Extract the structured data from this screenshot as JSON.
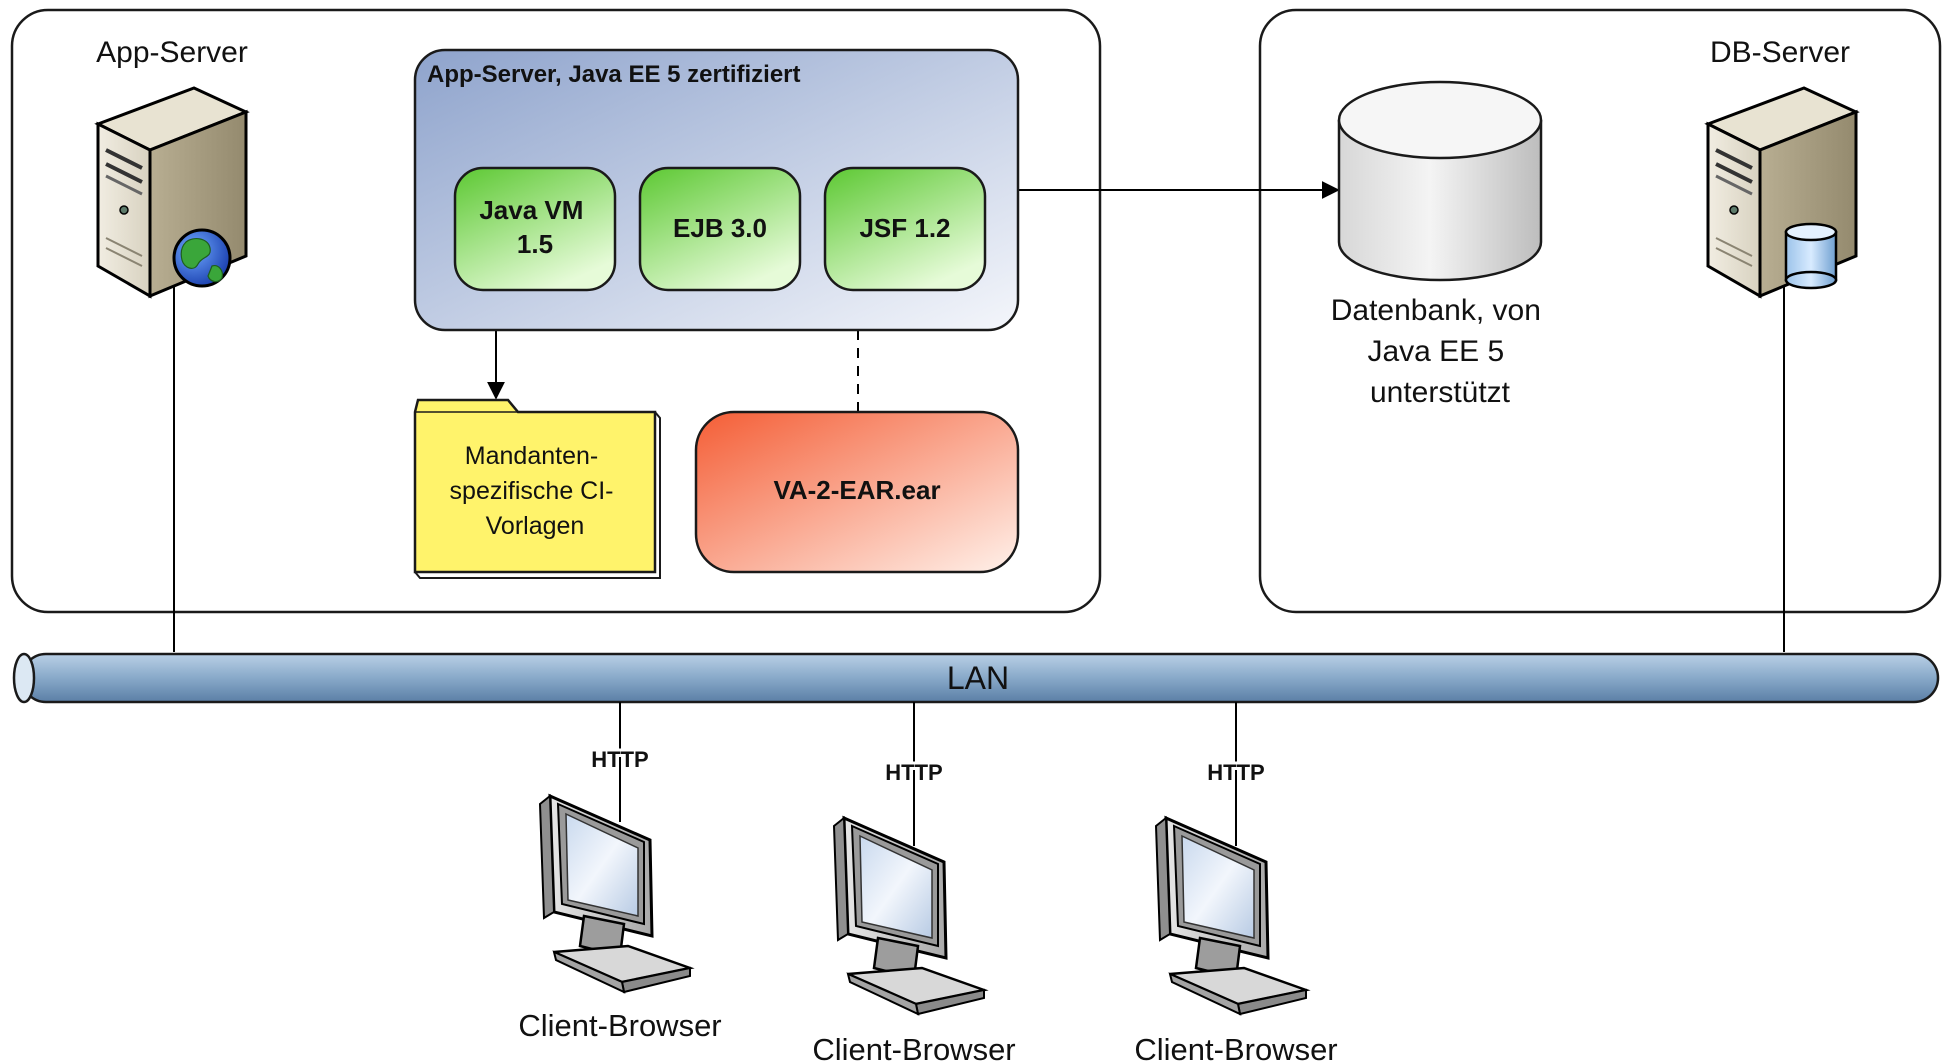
{
  "app_server": {
    "zone_label": "App-Server",
    "container_title": "App-Server, Java EE 5 zertifiziert",
    "components": [
      {
        "lines": [
          "Java VM",
          "1.5"
        ]
      },
      {
        "lines": [
          "EJB 3.0"
        ]
      },
      {
        "lines": [
          "JSF 1.2"
        ]
      }
    ],
    "folder_lines": [
      "Mandanten-",
      "spezifische CI-",
      "Vorlagen"
    ],
    "ear_label": "VA-2-EAR.ear"
  },
  "db_server": {
    "zone_label": "DB-Server",
    "database_lines": [
      "Datenbank, von",
      "Java EE 5",
      "unterstützt"
    ]
  },
  "network": {
    "lan_label": "LAN",
    "clients": [
      {
        "protocol": "HTTP",
        "label": "Client-Browser"
      },
      {
        "protocol": "HTTP",
        "label": "Client-Browser"
      },
      {
        "protocol": "HTTP",
        "label": "Client-Browser"
      }
    ]
  },
  "icons": [
    "server-globe-icon",
    "server-database-icon",
    "database-cylinder-icon",
    "folder-icon",
    "monitor-icon"
  ],
  "colors": {
    "container_fill_dark": "#9aaed2",
    "container_fill_light": "#eef2f9",
    "component_green_dark": "#66d03e",
    "component_green_light": "#d9f8c8",
    "ear_fill_dark": "#f46b45",
    "ear_fill_light": "#fde7dc",
    "folder_fill": "#fff36b",
    "lan_fill": "#8fb0cf"
  }
}
